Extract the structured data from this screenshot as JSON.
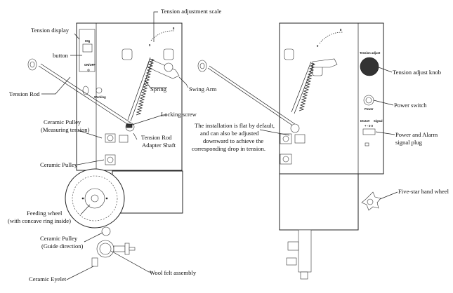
{
  "labels": {
    "tension_adjustment_scale": "Tension adjustment scale",
    "tension_display": "Tension display",
    "button": "button",
    "tension_rod": "Tension Rod",
    "spring": "Spring",
    "swing_arm": "Swing Arm",
    "locking_screw": "Locking screw",
    "ceramic_pulley_measuring_1": "Ceramic Pulley",
    "ceramic_pulley_measuring_2": "(Measuring tension)",
    "tension_rod_adapter_1": "Tension Rod",
    "tension_rod_adapter_2": "Adapter Shaft",
    "ceramic_pulley": "Ceramic Pulley",
    "feeding_wheel_1": "Feeding wheel",
    "feeding_wheel_2": "(with concave ring inside)",
    "ceramic_pulley_guide_1": "Ceramic Pulley",
    "ceramic_pulley_guide_2": "(Guide direction)",
    "wool_felt": "Wool felt assembly",
    "ceramic_eyelet": "Ceramic Eyelet",
    "installation_1": "The installation is flat by default,",
    "installation_2": "and can also be adjusted",
    "installation_3": "downward to achieve the",
    "installation_4": "corresponding drop in tension.",
    "tension_adjust_knob": "Tension adjust knob",
    "power_switch": "Power switch",
    "power_alarm_1": "Power and Alarm",
    "power_alarm_2": "signal plug",
    "five_star": "Five-star hand wheel"
  },
  "device_markings": {
    "display_unit": "00g",
    "onoff": "ON/OFF",
    "working": "Working",
    "tension_adjust": "Tension adjust",
    "power": "Power",
    "dc24v": "DC24V",
    "pins": "+ - 0 0",
    "signal": "Signal",
    "scale_low": "0",
    "scale_high": "8",
    "right_scale_0": "0",
    "right_scale_8": "8"
  }
}
